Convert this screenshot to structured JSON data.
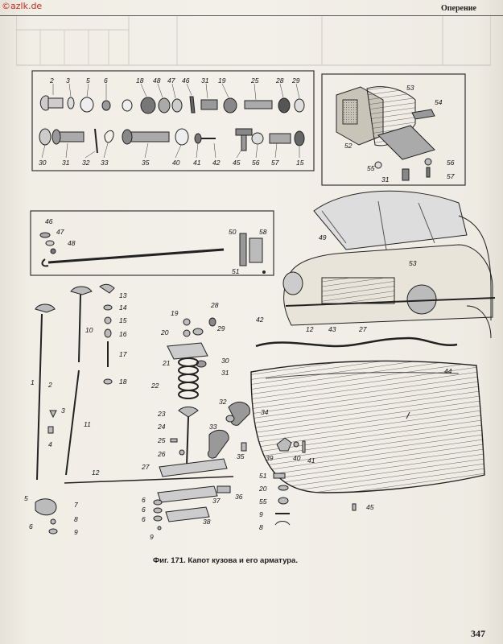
{
  "watermark": "©azlk.de",
  "header": {
    "title": "Оперение"
  },
  "figure": {
    "caption": "Фиг. 171. Капот кузова и его арматура.",
    "callouts": {
      "box1_top": [
        "2",
        "3",
        "5",
        "6",
        "18",
        "48",
        "47",
        "46",
        "31",
        "19",
        "25",
        "28",
        "29"
      ],
      "box1_bottom": [
        "30",
        "31",
        "32",
        "33",
        "35",
        "40",
        "41",
        "42",
        "45",
        "56",
        "57",
        "15"
      ],
      "box2": [
        "53",
        "54",
        "52",
        "55",
        "31",
        "56",
        "57"
      ],
      "box3": [
        "46",
        "47",
        "48",
        "50",
        "58",
        "51"
      ],
      "hood": [
        "49",
        "53",
        "12",
        "43",
        "27",
        "42",
        "44",
        "45"
      ],
      "left_parts": [
        "13",
        "14",
        "15",
        "16",
        "10",
        "17",
        "18",
        "1",
        "2",
        "3",
        "4",
        "11",
        "12",
        "5",
        "7",
        "6",
        "8",
        "9"
      ],
      "middle_parts": [
        "19",
        "28",
        "20",
        "29",
        "30",
        "21",
        "31",
        "22",
        "23",
        "24",
        "25",
        "26",
        "27",
        "32",
        "33",
        "34",
        "35",
        "36",
        "37",
        "38",
        "6",
        "6",
        "6",
        "9"
      ],
      "right_parts": [
        "39",
        "40",
        "41",
        "51",
        "20",
        "55",
        "9",
        "8"
      ]
    }
  },
  "page_number": "347"
}
